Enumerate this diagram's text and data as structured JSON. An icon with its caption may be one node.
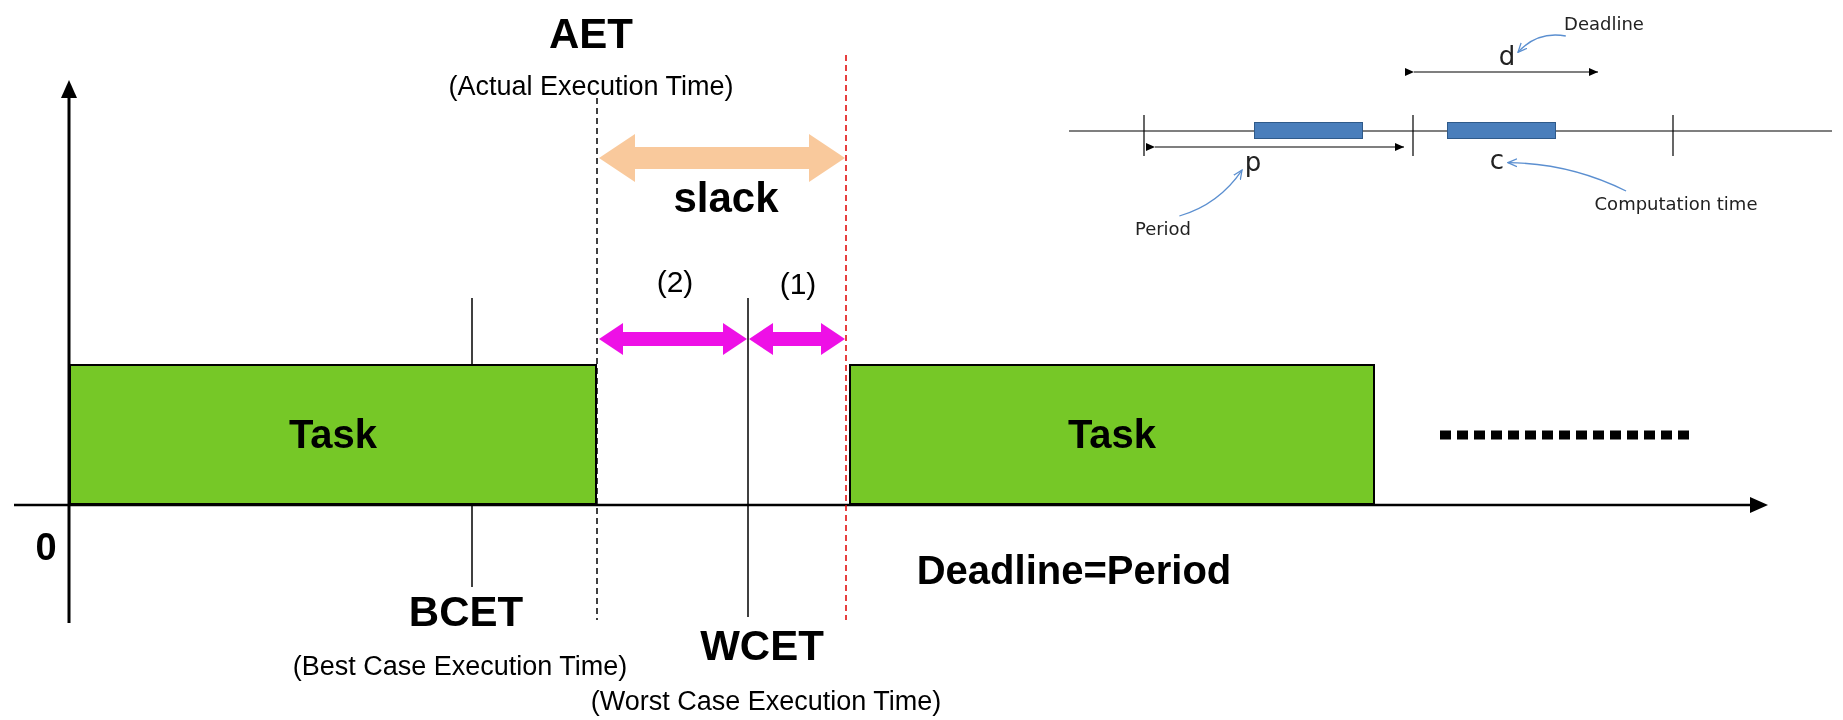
{
  "diagram": {
    "nodes": [
      {
        "text": [
          "Task"
        ]
      },
      {
        "text": [
          "Task"
        ]
      },
      {
        "text": [],
        "shape": "bar"
      },
      {
        "text": [],
        "shape": "bar"
      },
      {
        "text": [
          "Deadline"
        ]
      },
      {
        "text": [
          "d"
        ]
      },
      {
        "text": [
          "p"
        ]
      },
      {
        "text": [
          "Period"
        ]
      },
      {
        "text": [
          "c"
        ]
      },
      {
        "text": [
          "Computation time"
        ]
      }
    ],
    "edges": [
      {
        "from": 4,
        "to": 5,
        "arrow": "to"
      },
      {
        "from": 7,
        "to": 6,
        "arrow": "to"
      },
      {
        "from": 9,
        "to": 8,
        "arrow": "to"
      }
    ],
    "labels": [
      "AET",
      "(Actual Execution Time)",
      "slack",
      "(2)",
      "(1)",
      "0",
      "BCET",
      "(Best Case Execution Time)",
      "WCET",
      "(Worst Case Execution Time)",
      "Deadline=Period"
    ]
  }
}
